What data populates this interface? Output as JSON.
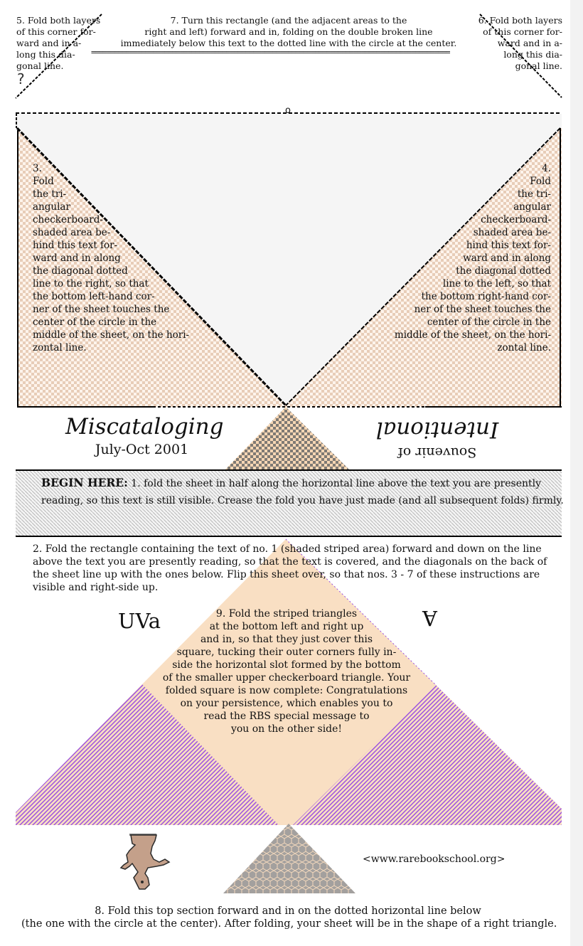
{
  "document": {
    "title": "Miscataloging",
    "subtitle": "July-Oct 2001",
    "inverted_title": "Intentional",
    "inverted_subtitle": "Souvenir of",
    "institution": "UVa",
    "institution_inverted_glyph": "A",
    "url": "<www.rarebookschool.org>",
    "question_mark": "?",
    "center_circle": "o",
    "double_broken_line": "=============================================================================================",
    "colors": {
      "checker_light": "#f9dcc4",
      "checker_tan": "#e7cbb6",
      "flap_gray": "#f5f5f5",
      "peach": "#f9dfc3",
      "stripe_purple": "#9b51e0",
      "dark_checker": "#8c8276",
      "lattice_gray": "#a3a09e",
      "lion_fill": "#c4a08a",
      "hatch_gray": "#bdbdbd"
    }
  },
  "instructions": {
    "step1_label": "BEGIN HERE:",
    "step1_text": " 1. fold the sheet in half along the horizontal line above the text you are presently reading, so this text is still visible. Crease the fold you have just made (and all subsequent folds) firmly.",
    "step2": "2. Fold the rectangle containing the text of no. 1 (shaded striped area) forward and down on the line above the text you are presently reading, so that the text is covered, and the diagonals on the back of the sheet line up with the ones below. Flip this sheet over, so that nos. 3 - 7 of these instructions are visible and right-side up.",
    "step3": "3.\nFold\nthe tri-\nangular\ncheckerboard-\nshaded area be-\nhind this text for-\nward and in along\nthe diagonal dotted\nline to the right, so that\nthe bottom left-hand cor-\nner of the sheet touches the\ncenter of the circle in the\nmiddle of the sheet, on the hori-\nzontal line.",
    "step4": "4.\nFold\nthe tri-\nangular\ncheckerboard-\nshaded area be-\nhind this text for-\nward and in along\nthe diagonal dotted\nline to the left, so that\nthe bottom right-hand cor-\nner of the sheet touches the\ncenter of the circle in the\nmiddle of the sheet, on the hori-\nzontal line.",
    "step5": "5. Fold both layers\nof this corner for-\nward and in a-\nlong this dia-\ngonal line.",
    "step6": "6. Fold both layers\nof this corner for-\nward and in a-\nlong this dia-\ngonal line.",
    "step7": "7. Turn this rectangle (and the adjacent areas to the\nright and left) forward and in, folding on the double broken line\nimmediately below this text to the dotted line with the circle at the center.",
    "step8": "8. Fold this top section forward and in on the dotted horizontal line below\n(the one with the circle at the center). After folding, your sheet will be in the shape of a right triangle.",
    "step9": "9. Fold the striped triangles\nat the bottom left and right up\nand in, so that they just cover this\nsquare, tucking their outer corners fully in-\nside the horizontal slot formed by the bottom\nof the smaller upper checkerboard triangle. Your\nfolded square is now complete: Congratulations\non your persistence, which enables you to\nread the RBS special message to\nyou on the other side!"
  }
}
